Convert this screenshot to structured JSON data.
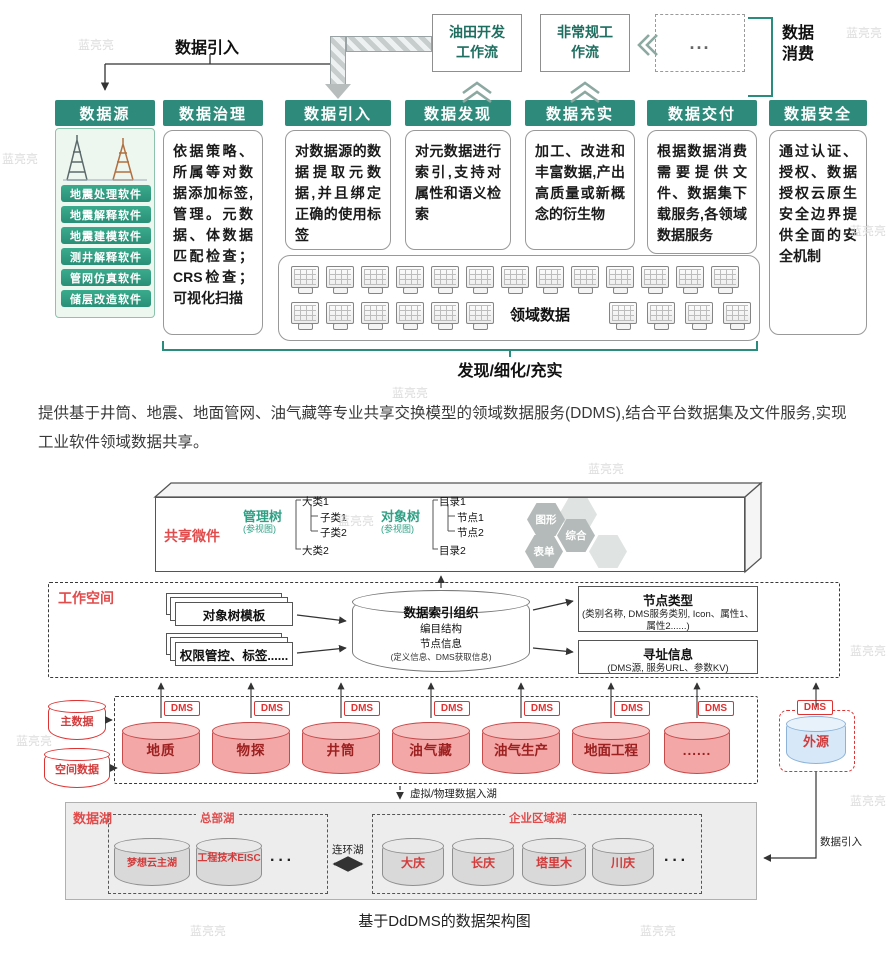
{
  "watermark": "蓝亮亮",
  "top": {
    "ingest_label": "数据引入",
    "consume_label": "数据消费",
    "workflows": [
      "油田开发工作流",
      "非常规工作流",
      "..."
    ],
    "columns": [
      {
        "header": "数据源",
        "body": ""
      },
      {
        "header": "数据治理",
        "body": "依据策略、所属等对数据添加标签,管理。元数据、体数据匹配检查；CRS检查；可视化扫描"
      },
      {
        "header": "数据引入",
        "body": "对数据源的数据提取元数据,并且绑定正确的使用标签"
      },
      {
        "header": "数据发现",
        "body": "对元数据进行索引,支持对属性和语义检索"
      },
      {
        "header": "数据充实",
        "body": "加工、改进和丰富数据,产出高质量或新概念的衍生物"
      },
      {
        "header": "数据交付",
        "body": "根据数据消费需要提供文件、数据集下载服务,各领域数据服务"
      },
      {
        "header": "数据安全",
        "body": "通过认证、授权、数据授权云原生安全边界提供全面的安全机制"
      }
    ],
    "source_items": [
      "地震处理软件",
      "地震解释软件",
      "地震建模软件",
      "测井解释软件",
      "管网仿真软件",
      "储层改造软件"
    ],
    "domain_data_label": "领域数据",
    "bottom_label": "发现/细化/充实"
  },
  "paragraph": "提供基于井筒、地震、地面管网、油气藏等专业共享交换模型的领域数据服务(DDMS),结合平台数据集及文件服务,实现工业软件领域数据共享。",
  "arch": {
    "shared": {
      "label": "共享微件",
      "mgmt_tree_label": "管理树",
      "mgmt_tree_sub": "(参视图)",
      "mgmt_nodes": [
        "大类1",
        "子类1",
        "子类2",
        "大类2"
      ],
      "obj_tree_label": "对象树",
      "obj_tree_sub": "(参视图)",
      "obj_nodes": [
        "目录1",
        "节点1",
        "节点2",
        "目录2"
      ],
      "hexagons": [
        "图形",
        "综合",
        "表单"
      ]
    },
    "workspace": {
      "label": "工作空间",
      "box1": "对象树模板",
      "box2": "权限管控、标签......",
      "cyl_title": "数据索引组织",
      "cyl_line1": "编目结构",
      "cyl_line2": "节点信息",
      "cyl_line3": "(定义信息、DMS获取信息)",
      "node_type_title": "节点类型",
      "node_type_body": "(类别名称, DMS服务类别, Icon、属性1、属性2......)",
      "addr_title": "寻址信息",
      "addr_body": "(DMS源, 服务URL、参数KV)"
    },
    "master_label": "主数据",
    "spatial_label": "空间数据",
    "dms": "DMS",
    "domains": [
      "地质",
      "物探",
      "井筒",
      "油气藏",
      "油气生产",
      "地面工程",
      "......"
    ],
    "external_label": "外源",
    "lake_flow_label": "虚拟/物理数据入湖",
    "lake": {
      "label": "数据湖",
      "hq_label": "总部湖",
      "hq_items": [
        "梦想云主湖",
        "工程技术EISC",
        "···"
      ],
      "link_label": "连环湖",
      "regional_label": "企业区域湖",
      "regional_items": [
        "大庆",
        "长庆",
        "塔里木",
        "川庆",
        "···"
      ]
    },
    "right_ingest_label": "数据引入",
    "caption": "基于DdDMS的数据架构图"
  }
}
